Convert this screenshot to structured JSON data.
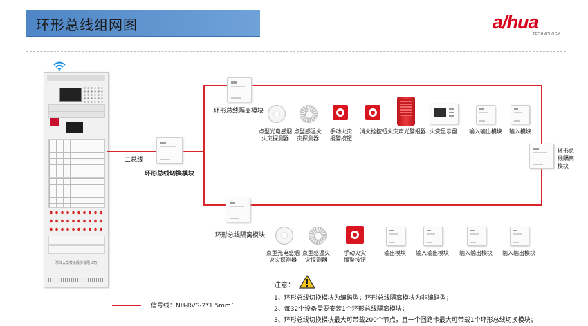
{
  "title": "环形总线组网图",
  "logo": {
    "text": "a/hua",
    "tagline": "TECHNOLOGY"
  },
  "panel": {
    "brand": "浙江大华技术股份有限公司"
  },
  "labels": {
    "bus": "二总线",
    "switch_module": "环形总线切换模块",
    "isolator_top": "环形总线隔离模块",
    "isolator_bottom": "环形总线隔离模块",
    "isolator_right": "环形总\n线隔离\n模块"
  },
  "top_devices": [
    {
      "name": "点型光电感烟\n火灾探测器"
    },
    {
      "name": "点型感温火\n灾探测器"
    },
    {
      "name": "手动火灾\n报警按钮"
    },
    {
      "name": "消火栓按钮"
    },
    {
      "name": "火灾声光警报器"
    },
    {
      "name": "火灾显示盘"
    },
    {
      "name": "输入输出模块"
    },
    {
      "name": "输入模块"
    }
  ],
  "bottom_devices": [
    {
      "name": "点型光电感烟\n火灾探测器"
    },
    {
      "name": "点型感温火\n灾探测器"
    },
    {
      "name": "手动火灾\n报警按钮"
    },
    {
      "name": "输出模块"
    },
    {
      "name": "输入输出模块"
    },
    {
      "name": "输入输出模块"
    },
    {
      "name": "输入输出模块"
    }
  ],
  "notes": {
    "title": "注意：",
    "items": [
      "1、环形总线切换模块为编码型；环形总线隔离模块为非编码型；",
      "2、每32个设备需要安装1个环形总线隔离模块；",
      "3、环形总线切换模块最大可带载200个节点，且一个回路卡最大可带载1个环形总线切换模块；"
    ]
  },
  "legend": {
    "text": "信号线：NH-RVS-2*1.5mm²",
    "color": "#d7262b"
  },
  "colors": {
    "title_bar": "#5b91cf",
    "wire": "#d7262b",
    "brand": "#d9001b"
  }
}
